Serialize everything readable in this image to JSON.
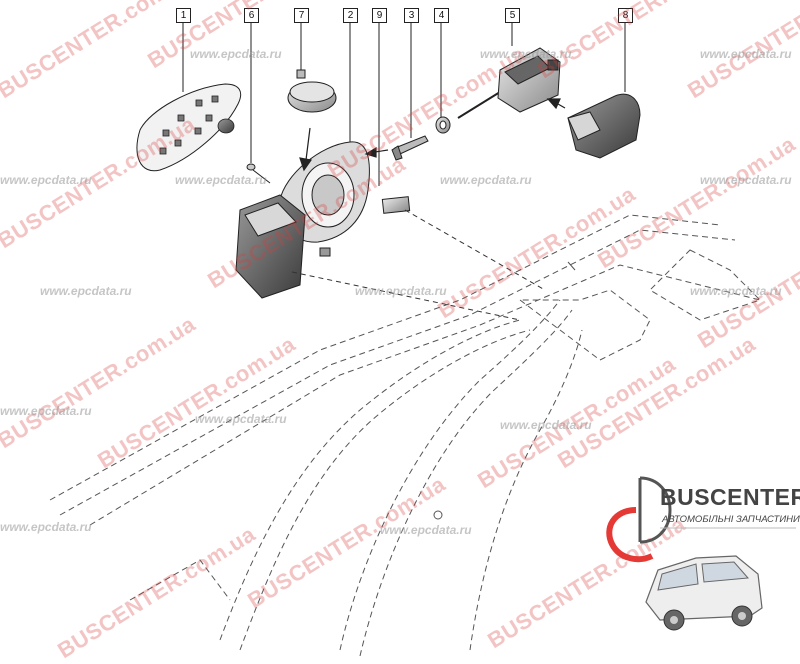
{
  "diagram": {
    "callouts": [
      "1",
      "6",
      "7",
      "2",
      "9",
      "3",
      "4",
      "5",
      "8"
    ]
  },
  "watermarks": {
    "bus_text": "BUSCENTER.com.ua",
    "epc_text": "www.epcdata.ru"
  },
  "logo": {
    "name": "BUSCENTER",
    "subtitle": "АВТОМОБІЛЬНІ ЗАПЧАСТИНИ",
    "accent_color": "#e53935",
    "icon": "bus-van-icon"
  }
}
